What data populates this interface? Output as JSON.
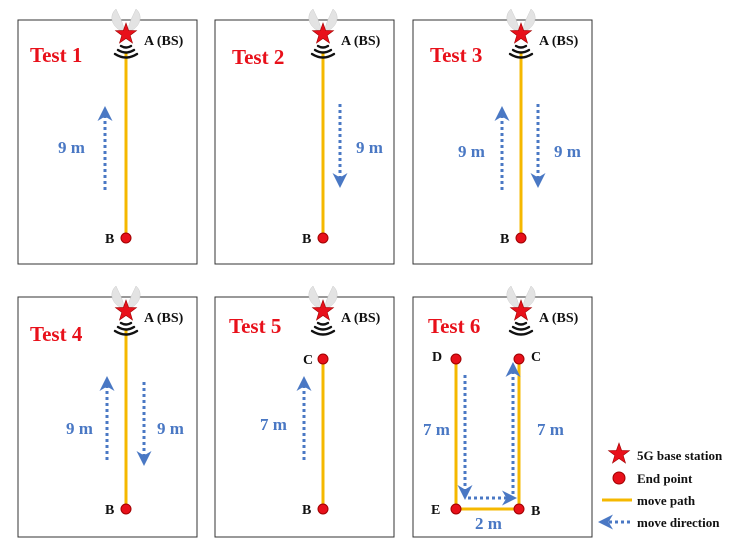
{
  "colors": {
    "title": "#e8101a",
    "path": "#f5b800",
    "arrow": "#4a78c4",
    "endpoint": "#e8101a",
    "star": "#e8101a",
    "text": "#111111"
  },
  "bs_label": "A (BS)",
  "panels": [
    {
      "title": "Test 1",
      "points": {
        "A": "A (BS)",
        "B": "B"
      },
      "distances": [
        "9 m"
      ],
      "arrows": [
        "up"
      ]
    },
    {
      "title": "Test 2",
      "points": {
        "A": "A (BS)",
        "B": "B"
      },
      "distances": [
        "9 m"
      ],
      "arrows": [
        "down"
      ]
    },
    {
      "title": "Test 3",
      "points": {
        "A": "A (BS)",
        "B": "B"
      },
      "distances": [
        "9 m",
        "9 m"
      ],
      "arrows": [
        "up",
        "down"
      ]
    },
    {
      "title": "Test 4",
      "points": {
        "A": "A (BS)",
        "B": "B"
      },
      "distances": [
        "9 m",
        "9 m"
      ],
      "arrows": [
        "up",
        "down"
      ]
    },
    {
      "title": "Test 5",
      "points": {
        "A": "A (BS)",
        "B": "B",
        "C": "C"
      },
      "distances": [
        "7 m"
      ],
      "arrows": [
        "up"
      ]
    },
    {
      "title": "Test 6",
      "points": {
        "A": "A (BS)",
        "B": "B",
        "C": "C",
        "D": "D",
        "E": "E"
      },
      "distances": [
        "7 m",
        "7 m",
        "2 m"
      ],
      "arrows": [
        "down",
        "right",
        "up"
      ]
    }
  ],
  "legend": {
    "base_station": "5G base station",
    "end_point": "End point",
    "move_path": "move path",
    "move_direction": "move direction"
  }
}
